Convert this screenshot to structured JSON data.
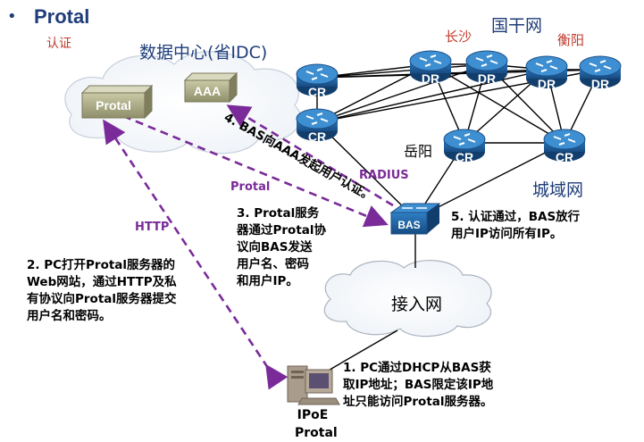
{
  "title": "Protal",
  "subtitle": "认证",
  "idc_label": "数据中心(省IDC)",
  "national_label": "国干网",
  "metro_label": "城域网",
  "changsha_label": "长沙",
  "hengyang_label": "衡阳",
  "yueyang_label": "岳阳",
  "access_label": "接入网",
  "nodes": {
    "protal_server": "Protal",
    "aaa_server": "AAA",
    "bas": "BAS",
    "pc_line1": "IPoE",
    "pc_line2": "Protal"
  },
  "routers": {
    "cr": "CR",
    "dr": "DR"
  },
  "links": {
    "http": "HTTP",
    "protal": "Protal",
    "radius": "RADIUS"
  },
  "steps": {
    "step1": [
      "1.  PC通过DHCP从BAS获",
      "取IP地址；BAS限定该IP地",
      "址只能访问Protal服务器。"
    ],
    "step2": [
      "2.  PC打开Protal服务器的",
      "Web网站，通过HTTP及私",
      "有协议向Protal服务器提交",
      "用户名和密码。"
    ],
    "step3": [
      "3.  Protal服务",
      "器通过Protal协",
      "议向BAS发送",
      "用户名、密码",
      "和用户IP。"
    ],
    "step4": "4.  BAS向AAA发起用户认证。",
    "step5": [
      "5.  认证通过，BAS放行",
      "用户IP访问所有IP。"
    ]
  }
}
